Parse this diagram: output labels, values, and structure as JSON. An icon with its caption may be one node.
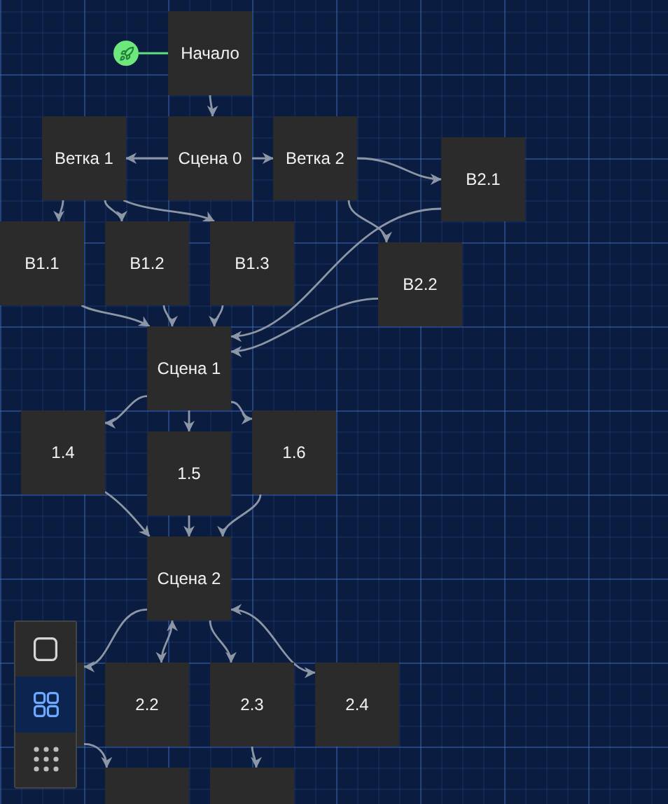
{
  "diagram": {
    "nodes": [
      {
        "text": [],
        "shape": "circle"
      },
      {
        "text": [
          "Начало"
        ]
      },
      {
        "text": [
          "Ветка 1"
        ]
      },
      {
        "text": [
          "Сцена 0"
        ]
      },
      {
        "text": [
          "Ветка 2"
        ]
      },
      {
        "text": [
          "B2.1"
        ]
      },
      {
        "text": [
          "B1.1"
        ]
      },
      {
        "text": [
          "B1.2"
        ]
      },
      {
        "text": [
          "B1.3"
        ]
      },
      {
        "text": [
          "B2.2"
        ]
      },
      {
        "text": [
          "Сцена 1"
        ]
      },
      {
        "text": [
          "1.4"
        ]
      },
      {
        "text": [
          "1.5"
        ]
      },
      {
        "text": [
          "1.6"
        ]
      },
      {
        "text": [
          "Сцена 2"
        ]
      },
      {
        "text": [],
        "shape": "box"
      },
      {
        "text": [
          "2.2"
        ]
      },
      {
        "text": [
          "2.3"
        ]
      },
      {
        "text": [
          "2.4"
        ]
      },
      {
        "text": [],
        "shape": "box"
      },
      {
        "text": [],
        "shape": "box"
      }
    ],
    "edges": [
      {
        "from": 0,
        "to": 1,
        "arrow": "none",
        "color": "#5fe07a"
      },
      {
        "from": 1,
        "to": 3,
        "arrow": "to"
      },
      {
        "from": 3,
        "to": 2,
        "arrow": "to"
      },
      {
        "from": 3,
        "to": 4,
        "arrow": "to"
      },
      {
        "from": 4,
        "to": 5,
        "arrow": "to"
      },
      {
        "from": 4,
        "to": 9,
        "arrow": "to"
      },
      {
        "from": 2,
        "to": 6,
        "arrow": "to"
      },
      {
        "from": 2,
        "to": 7,
        "arrow": "to"
      },
      {
        "from": 2,
        "to": 8,
        "arrow": "to"
      },
      {
        "from": 6,
        "to": 10,
        "arrow": "to"
      },
      {
        "from": 7,
        "to": 10,
        "arrow": "to"
      },
      {
        "from": 8,
        "to": 10,
        "arrow": "to"
      },
      {
        "from": 5,
        "to": 10,
        "arrow": "to"
      },
      {
        "from": 9,
        "to": 10,
        "arrow": "to"
      },
      {
        "from": 10,
        "to": 11,
        "arrow": "to"
      },
      {
        "from": 10,
        "to": 12,
        "arrow": "to"
      },
      {
        "from": 10,
        "to": 13,
        "arrow": "to"
      },
      {
        "from": 11,
        "to": 14,
        "arrow": "to"
      },
      {
        "from": 12,
        "to": 14,
        "arrow": "to"
      },
      {
        "from": 13,
        "to": 14,
        "arrow": "to"
      },
      {
        "from": 14,
        "to": 15,
        "arrow": "to"
      },
      {
        "from": 14,
        "to": 16,
        "arrow": "both"
      },
      {
        "from": 14,
        "to": 17,
        "arrow": "to"
      },
      {
        "from": 14,
        "to": 18,
        "arrow": "both"
      },
      {
        "from": 15,
        "to": 19,
        "arrow": "to"
      },
      {
        "from": 17,
        "to": 20,
        "arrow": "to"
      }
    ]
  }
}
